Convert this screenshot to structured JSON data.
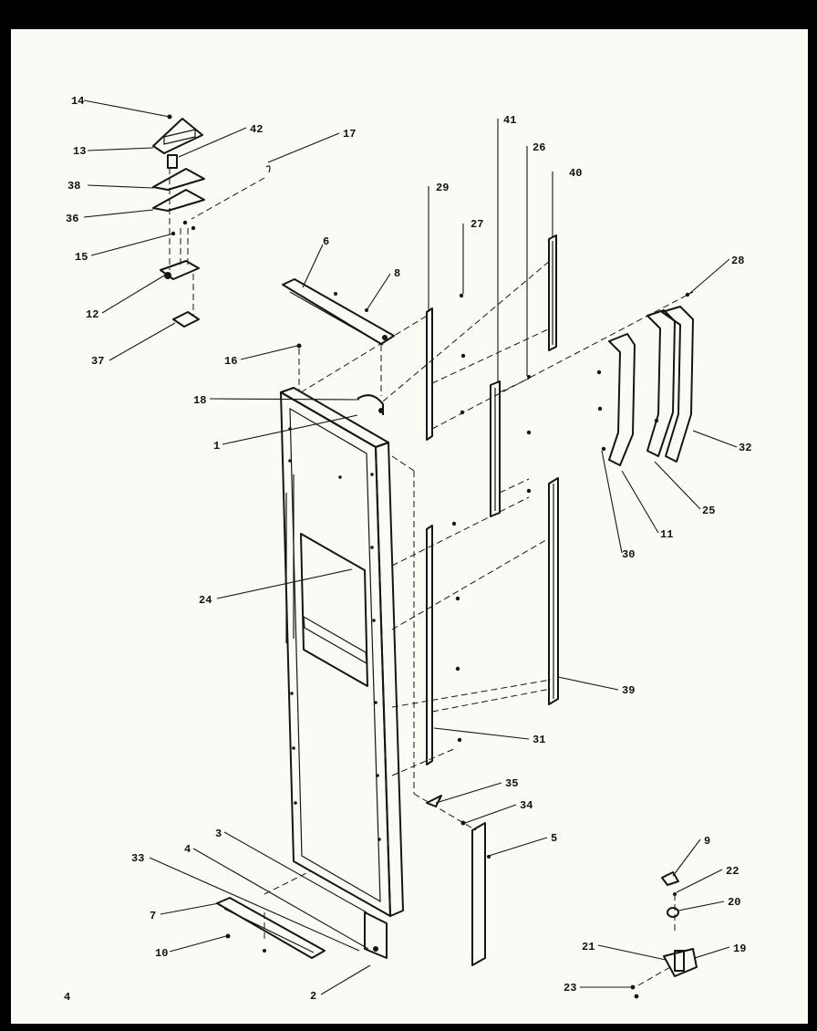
{
  "page": {
    "number": "4"
  },
  "labels": {
    "l1": "1",
    "l2": "2",
    "l3": "3",
    "l4": "4",
    "l5": "5",
    "l6": "6",
    "l7": "7",
    "l8": "8",
    "l9": "9",
    "l10": "10",
    "l11": "11",
    "l12": "12",
    "l13": "13",
    "l14": "14",
    "l15": "15",
    "l16": "16",
    "l17": "17",
    "l18": "18",
    "l19": "19",
    "l20": "20",
    "l21": "21",
    "l22": "22",
    "l23": "23",
    "l24": "24",
    "l25": "25",
    "l26": "26",
    "l27": "27",
    "l28": "28",
    "l29": "29",
    "l30": "30",
    "l31": "31",
    "l32": "32",
    "l33": "33",
    "l34": "34",
    "l35": "35",
    "l36": "36",
    "l37": "37",
    "l38": "38",
    "l39": "39",
    "l40": "40",
    "l41": "41",
    "l42": "42"
  },
  "colors": {
    "ink": "#151515",
    "paper": "#fbfbf6",
    "frame": "#000000"
  }
}
